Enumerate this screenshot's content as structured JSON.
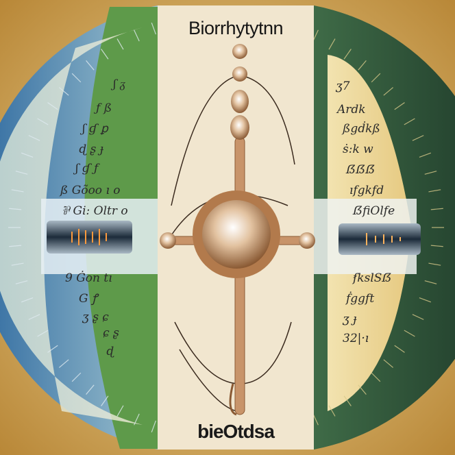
{
  "title": "Biorrhytytnn",
  "footer": "bieOtdsa",
  "left_glyphs": [
    "ʃ ᵹ",
    "ƒ ß",
    "ʃ ɠ  ꝑ",
    "ɖ ʂ ɟ",
    "ʃ ɠ ƒ",
    "ß Gõoo ı o",
    "⅌ Gi: Oltr o",
    "9 Ġon tı",
    "G ꝭ",
    "ʒ ʂ ɕ",
    "ɕ ʂ",
    "ɖ"
  ],
  "right_glyphs": [
    "ʒ7",
    "Ardk",
    "ßgḋkß",
    "ṡ:k w",
    "ẞẞẞ",
    "ıfgkfd",
    "ẞfiOlfe",
    "ẜkslSẞ",
    "ḟggft",
    "ʒ ɟ",
    "32|·ı"
  ],
  "colors": {
    "background": "#c99a4e",
    "center_panel": "#f1e6cf",
    "left_ring": "#4f86b5",
    "right_ring": "#2f5a3c",
    "pendulum": "#b58457"
  }
}
